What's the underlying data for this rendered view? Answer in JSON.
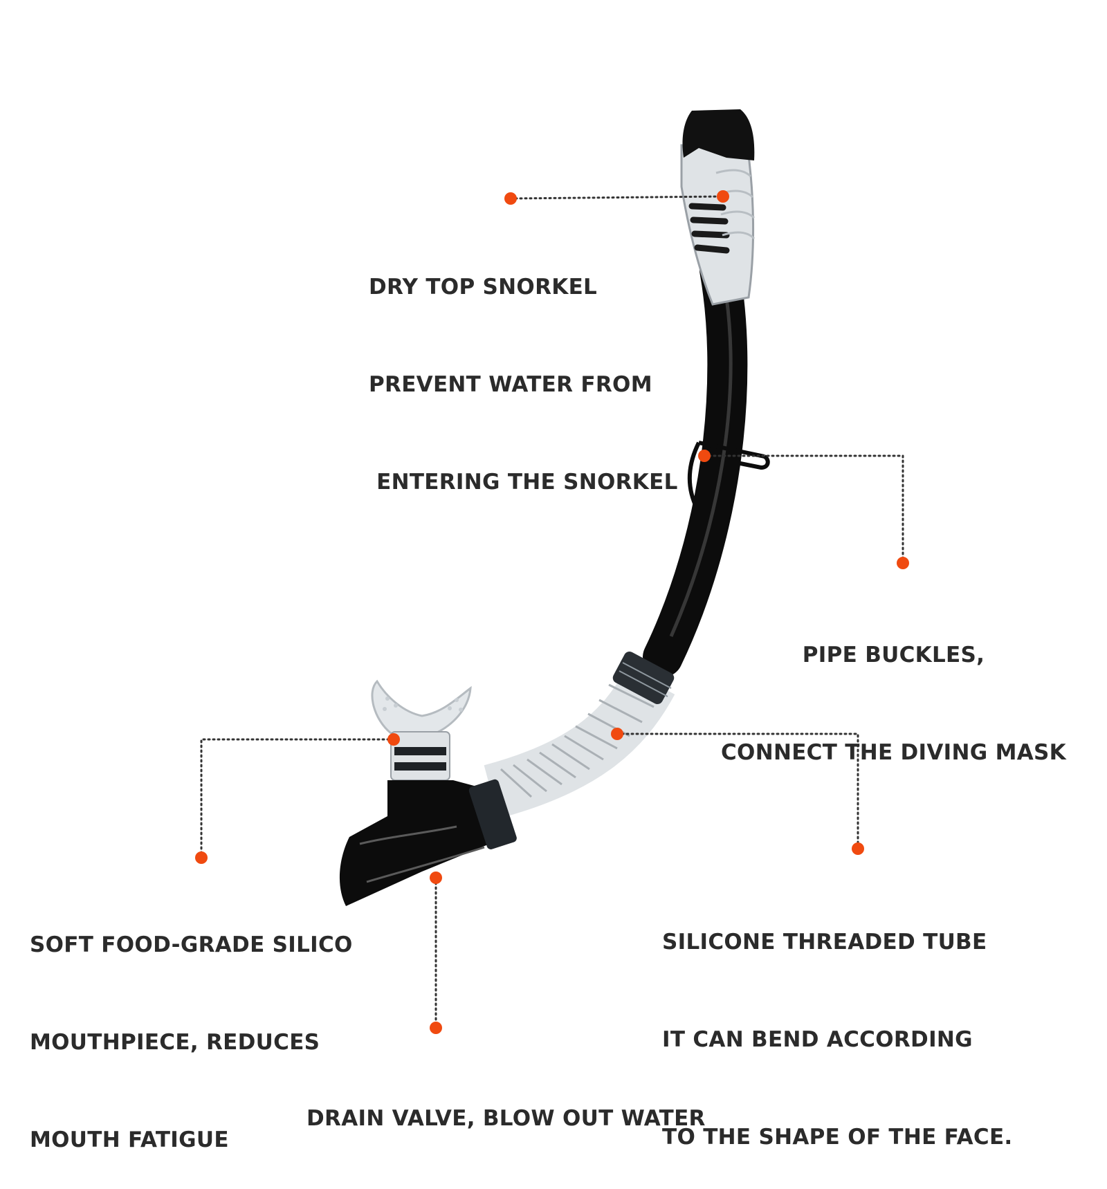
{
  "colors": {
    "background": "#ffffff",
    "callout_dot": "#f04a10",
    "leader_line": "#333333",
    "text": "#2b2b2b",
    "snorkel_body": "#0c0c0c",
    "clear_silicone": "#dfe3e6"
  },
  "callouts": [
    {
      "id": "dry-top",
      "lines": [
        "DRY TOP SNORKEL",
        "PREVENT WATER FROM",
        " ENTERING THE SNORKEL"
      ]
    },
    {
      "id": "pipe-buckles",
      "lines": [
        "PIPE BUCKLES,",
        "CONNECT THE DIVING MASK"
      ]
    },
    {
      "id": "mouthpiece",
      "lines": [
        "SOFT FOOD-GRADE SILICO",
        "MOUTHPIECE, REDUCES",
        "MOUTH FATIGUE"
      ]
    },
    {
      "id": "threaded-tube",
      "lines": [
        "SILICONE THREADED TUBE",
        "IT CAN BEND ACCORDING",
        "TO THE SHAPE OF THE FACE."
      ]
    },
    {
      "id": "drain-valve",
      "lines": [
        "DRAIN VALVE, BLOW OUT WATER"
      ]
    }
  ]
}
